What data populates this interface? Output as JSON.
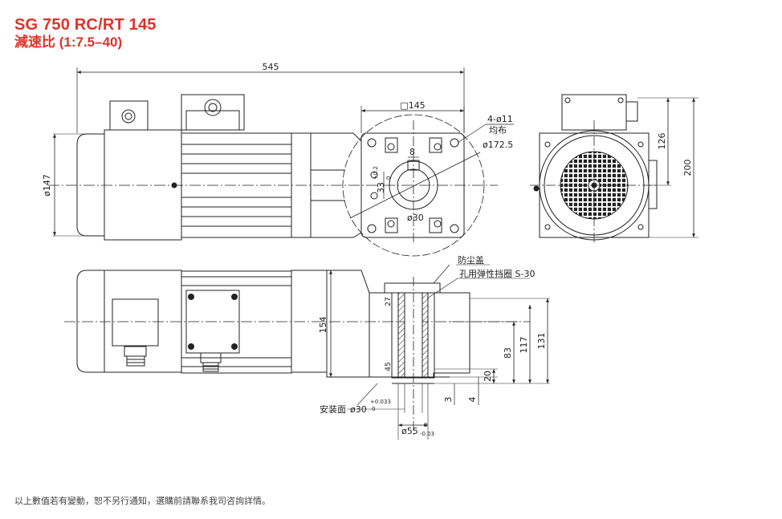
{
  "header": {
    "model": "SG 750 RC/RT 145",
    "ratio": "減速比 (1:7.5–40)"
  },
  "dimensions": {
    "total_length": "545",
    "motor_dia": "ø147",
    "square": "□145",
    "holes": "4-ø11",
    "holes_sub": "均布",
    "pcd": "ø172.5",
    "key_height": "33",
    "key_tol_top": "+0.2",
    "key_tol_bot": "0",
    "key_width": "8",
    "bore": "ø30",
    "right_126": "126",
    "right_200": "200",
    "side_154": "154",
    "h131": "131",
    "h117": "117",
    "h83": "83",
    "h20": "20",
    "d27": "27",
    "d45": "45",
    "d3": "3",
    "d4": "4",
    "bore_bottom": "ø30",
    "bore_bottom_tol_top": "+0.033",
    "bore_bottom_tol_bot": "0",
    "flange_dia": "ø55",
    "flange_tol_top": "0",
    "flange_tol_bot": "-0.03"
  },
  "labels": {
    "dust_cover": "防尘盖",
    "retaining_ring": "孔用弹性挡圈 S-30",
    "mount_face": "安装面"
  },
  "footer": {
    "note": "以上數值若有變動，恕不另行通知，選購前請聯系我司咨詢詳情。"
  },
  "colors": {
    "title": "#e0322b",
    "line": "#222222",
    "center": "#444444"
  }
}
